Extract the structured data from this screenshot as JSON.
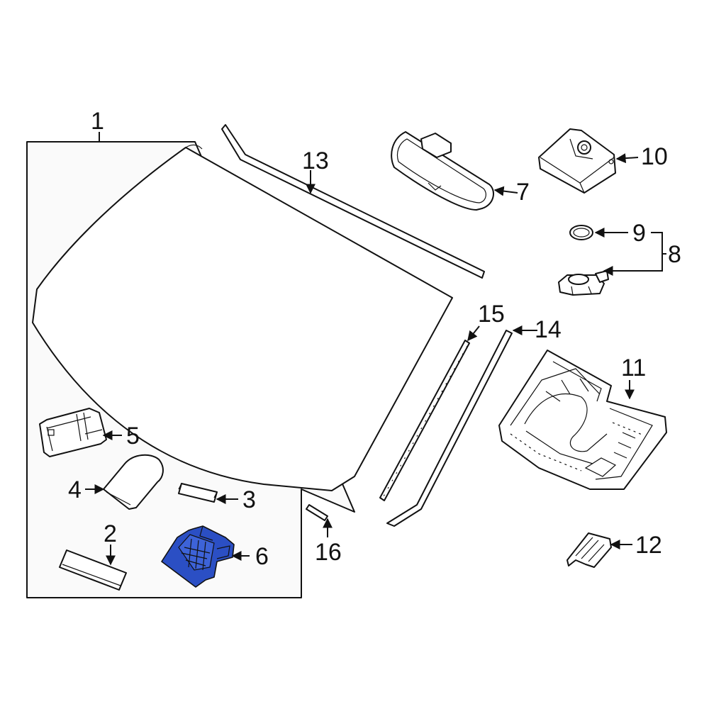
{
  "diagram": {
    "callouts": {
      "c1": "1",
      "c2": "2",
      "c3": "3",
      "c4": "4",
      "c5": "5",
      "c6": "6",
      "c7": "7",
      "c8": "8",
      "c9": "9",
      "c10": "10",
      "c11": "11",
      "c12": "12",
      "c13": "13",
      "c14": "14",
      "c15": "15",
      "c16": "16"
    },
    "colors": {
      "highlight": "#2b4fc4",
      "line": "#111111",
      "background": "#ffffff"
    },
    "highlighted_part": "6"
  }
}
